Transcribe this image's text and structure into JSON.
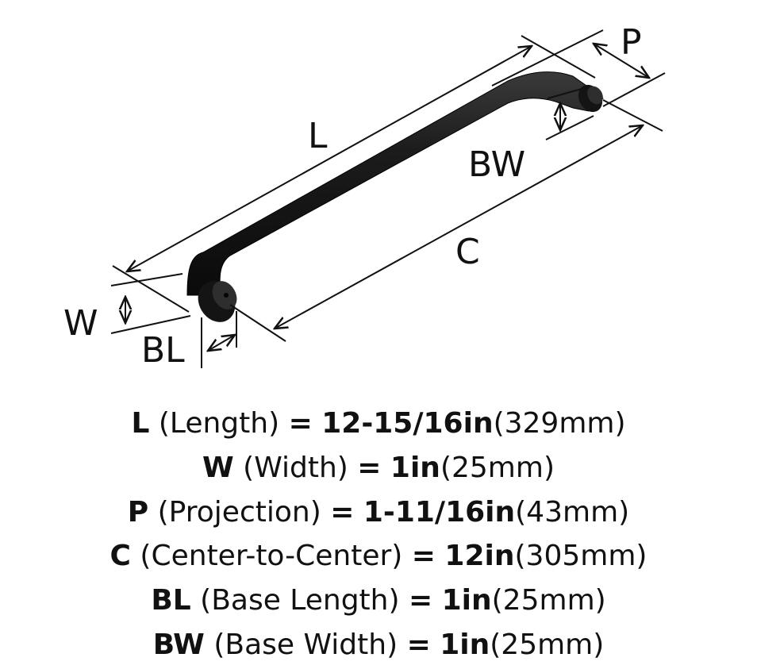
{
  "diagram": {
    "labels": {
      "L": "L",
      "P": "P",
      "BW": "BW",
      "C": "C",
      "W": "W",
      "BL": "BL"
    }
  },
  "specs": [
    {
      "code": "L",
      "name": "(Length)",
      "eq": "=",
      "imperial": "12-15/16in",
      "metric": "(329mm)"
    },
    {
      "code": "W",
      "name": "(Width)",
      "eq": "=",
      "imperial": "1in",
      "metric": "(25mm)"
    },
    {
      "code": "P",
      "name": "(Projection)",
      "eq": "=",
      "imperial": "1-11/16in",
      "metric": "(43mm)"
    },
    {
      "code": "C",
      "name": "(Center-to-Center)",
      "eq": "=",
      "imperial": "12in",
      "metric": "(305mm)"
    },
    {
      "code": "BL",
      "name": "(Base Length)",
      "eq": "=",
      "imperial": "1in",
      "metric": "(25mm)"
    },
    {
      "code": "BW",
      "name": "(Base Width)",
      "eq": "=",
      "imperial": "1in",
      "metric": "(25mm)"
    }
  ]
}
